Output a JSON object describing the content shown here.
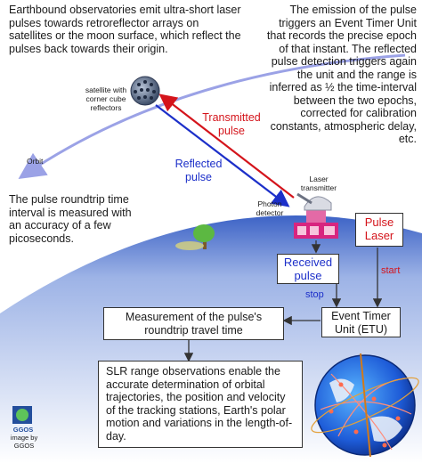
{
  "top_left_text": "Earthbound observatories emit ultra-short laser pulses towards retroreflector arrays on satellites or the moon surface, which reflect the pulses back towards their origin.",
  "right_text": "The emission of the pulse triggers an Event Timer Unit that records the precise epoch of that instant. The reflected pulse detection triggers again the unit and the range is inferred as ½ the time-interval between the two epochs, corrected for calibration constants, atmospheric delay, etc.",
  "satellite_label": "satellite with corner cube reflectors",
  "orbit_label": "Orbit",
  "transmitted_label": "Transmitted pulse",
  "reflected_label": "Reflected pulse",
  "laser_transmitter_label": "Laser transmitter",
  "photon_detector_label": "Photon detector",
  "roundtrip_text": "The pulse roundtrip time interval is measured with an accuracy of a few picoseconds.",
  "pulse_laser_label": "Pulse Laser",
  "received_pulse_label": "Received pulse",
  "start_label": "start",
  "stop_label": "stop",
  "etu_label": "Event Timer Unit (ETU)",
  "measurement_label": "Measurement of the pulse's roundtrip travel time",
  "slr_text": "SLR range observations enable the accurate determination of orbital trajectories, the position and velocity of the tracking stations, Earth's polar motion and variations in the length-of-day.",
  "logo_text": "GGOS",
  "credit_text": "image by GGOS",
  "colors": {
    "transmitted": "#d4141b",
    "reflected": "#1c2fc9",
    "orbit": "#9ba2e6",
    "ground": "#5b7bd0"
  }
}
